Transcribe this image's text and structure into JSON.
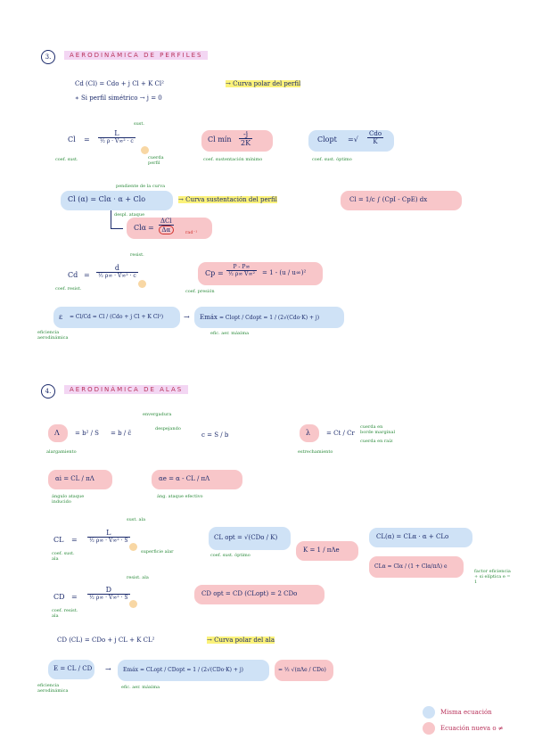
{
  "section3": {
    "number": "3.",
    "title": "AERODINÁMICA DE PERFILES",
    "polar": "Cd (Cl) = Cdo + j Cl + K Cl²",
    "polar_arrow_text": "→ Curva polar del perfil",
    "symmetric": "∗ Si perfil simétrico → j = 0",
    "cl_label": "Cl",
    "cl_num": "L",
    "cl_den": "½ ρ · V∞² · c",
    "cl_anno_top": "sust.",
    "cl_anno_right": "cuerda perfil",
    "cl_anno_bottom": "coef. sust.",
    "clmin_label": "Cl mín",
    "clmin_num": "-j",
    "clmin_den": "2K",
    "clmin_anno": "coef. sustentación mínimo",
    "clopt_label": "Clopt",
    "clopt_num": "Cdo",
    "clopt_den": "K",
    "clopt_anno": "coef. sust. óptimo",
    "alpha_eq": "Cl (α) = Clα · α + Clo",
    "alpha_anno_top": "pendiente de la curva",
    "alpha_anno_bottom": "despl. ataque",
    "alpha_arrow_text": "→ Curva sustentación del perfil",
    "clalpha_label": "Clα",
    "clalpha_num": "ΔCl",
    "clalpha_den": "Δα",
    "clalpha_anno": "rad⁻¹",
    "cl_integral": "Cl = 1/c ∫ (CpI - CpE) dx",
    "cd_label": "Cd",
    "cd_num": "d",
    "cd_den": "½ ρ∞ · V∞² · c",
    "cd_anno_top": "resist.",
    "cd_anno_bottom": "coef. resist.",
    "cp_eq_left": "Cp",
    "cp_num": "P - P∞",
    "cp_den": "½ ρ∞ V∞²",
    "cp_right": "= 1 - (u / u∞)²",
    "cp_anno": "coef. presión",
    "eff_label": "ε",
    "eff_eq": "= Cl/Cd = Cl / (Cdo + j Cl + K Cl²)",
    "eff_anno": "eficiencia aerodinámica",
    "emax_label": "Emáx",
    "emax_eq": "= Clopt / Cdopt = 1 / (2√(Cdo·K) + j)",
    "emax_anno": "efic. aer. máxima"
  },
  "section4": {
    "number": "4.",
    "title": "AERODINÁMICA DE ALAS",
    "ar_label": "Λ",
    "ar_eq1": "= b² / S",
    "ar_eq2": "= b / c̄",
    "ar_anno_top": "envergadura",
    "ar_despejando": "despejando",
    "ar_eq3": "c = S / b",
    "ar_anno_bottom": "alargamiento",
    "taper_label": "λ",
    "taper_eq": "= Ct / Cr",
    "taper_anno_ct": "cuerda en borde marginal",
    "taper_anno_cr": "cuerda en raíz",
    "taper_anno_bottom": "estrechamiento",
    "alpha_i_eq": "αi = CL / πΛ",
    "alpha_i_anno": "ángulo ataque inducido",
    "alpha_e_eq": "αe = α - CL / πΛ",
    "alpha_e_anno": "áng. ataque efectivo",
    "CL_label": "CL",
    "CL_num": "L",
    "CL_den": "½ ρ∞ · V∞² · S",
    "CL_anno_top": "sust. ala",
    "CL_anno_right": "superficie alar",
    "CL_anno_bottom": "coef. sust. ala",
    "CLopt_eq": "CL opt = √(CDo / K)",
    "CLopt_anno": "coef. sust. óptimo",
    "K_eq": "K = 1 / πΛe",
    "CLalpha_eq": "CL(α) = CLα · α + CLo",
    "CLalpha_frac": "CLα = Clα / (1 + Clα/πΛ) e",
    "CLalpha_anno": "factor eficiencia + si elíptica e = 1",
    "CD_label": "CD",
    "CD_num": "D",
    "CD_den": "½ ρ∞ · V∞² · S",
    "CD_anno_top": "resist. ala",
    "CD_anno_bottom": "coef. resist. ala",
    "CDopt_eq": "CD opt = CD (CLopt) = 2 CDo",
    "polar": "CD (CL) = CDo + j CL + K CL²",
    "polar_arrow_text": "→ Curva polar del ala",
    "eff_eq": "E = CL / CD",
    "eff_anno": "eficiencia aerodinámica",
    "emax_eq": "Emáx = CLopt / CDopt = 1 / (2√(CDo·K) + j)",
    "emax_eq2": "= ½ √(πΛe / CDo)",
    "emax_anno": "efic. aer. máxima"
  },
  "legend": {
    "blue": "Misma ecuación",
    "pink": "Ecuación nueva o ≠"
  },
  "colors": {
    "ink": "#1b2a6b",
    "heading": "#b8325a",
    "pink_highlight": "#f8c6c9",
    "blue_highlight": "#cfe2f6",
    "yellow_highlight": "#fbf27a",
    "orange_highlight": "#f8d7a4",
    "annotation_green": "#2a8a3a",
    "annotation_red": "#d0312d"
  }
}
